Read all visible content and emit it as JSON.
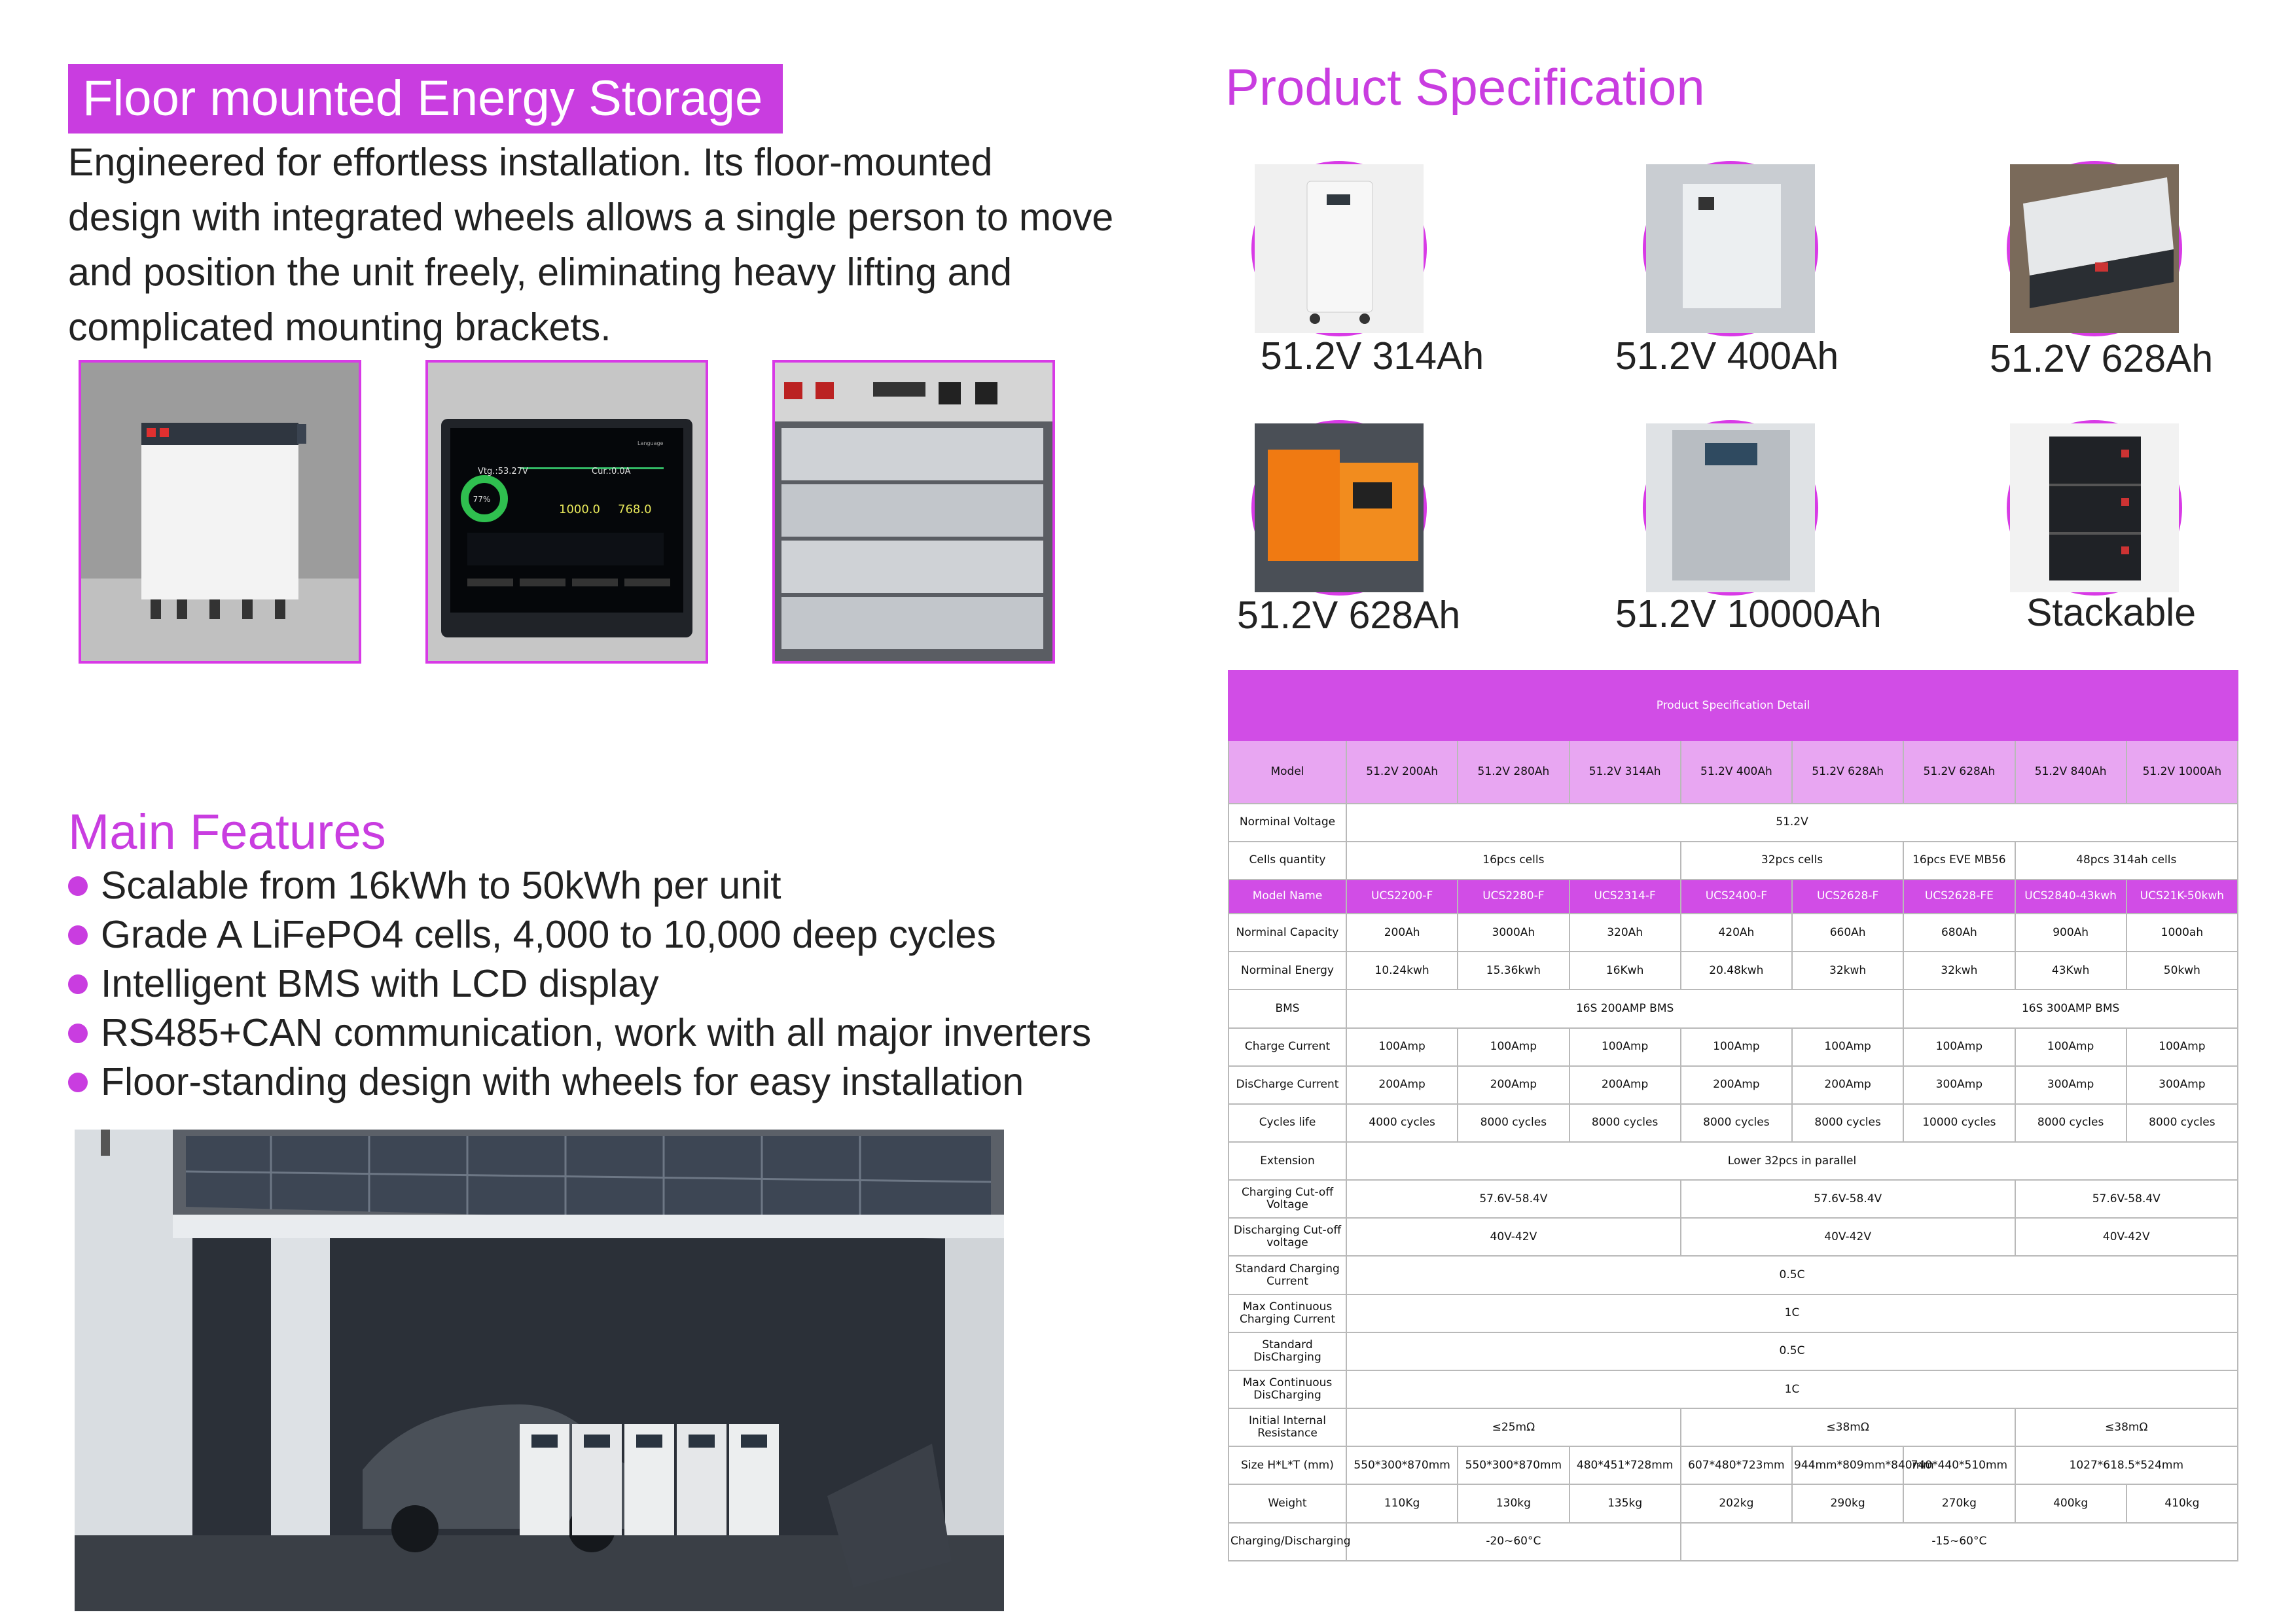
{
  "left": {
    "title": "Floor mounted Energy Storage",
    "intro": "Engineered for effortless installation. Its floor-mounted design with integrated wheels allows a single person to move and position the unit freely, eliminating heavy lifting and complicated mounting brackets.",
    "lcd_screen": {
      "volt": "Vtg.:53.27V",
      "current": "Cur.:0.0A",
      "pct": "77%",
      "val1": "1000.0",
      "val2": "768.0",
      "language": "Language"
    },
    "features_title": "Main Features",
    "features": [
      "Scalable from 16kWh to 50kWh per unit",
      "Grade A LiFePO4 cells, 4,000 to 10,000 deep cycles",
      "Intelligent BMS with LCD display",
      "RS485+CAN communication, work with all major inverters",
      "Floor-standing design with wheels for easy installation"
    ]
  },
  "right": {
    "title": "Product Specification",
    "products": [
      {
        "label": "51.2V 314Ah"
      },
      {
        "label": "51.2V  400Ah"
      },
      {
        "label": "51.2V 628Ah"
      },
      {
        "label": "51.2V 628Ah"
      },
      {
        "label": "51.2V 10000Ah"
      },
      {
        "label": "Stackable"
      }
    ],
    "table": {
      "title": "Product Specification Detail",
      "model_label": "Model",
      "models": [
        "51.2V 200Ah",
        "51.2V 280Ah",
        "51.2V 314Ah",
        "51.2V 400Ah",
        "51.2V 628Ah",
        "51.2V 628Ah",
        "51.2V 840Ah",
        "51.2V 1000Ah"
      ],
      "nominal_voltage_label": "Norminal Voltage",
      "nominal_voltage": "51.2V",
      "cells_label": "Cells quantity",
      "cells": [
        "16pcs cells",
        "32pcs cells",
        "16pcs EVE MB56",
        "48pcs 314ah cells"
      ],
      "model_name_label": "Model Name",
      "model_names": [
        "UCS2200-F",
        "UCS2280-F",
        "UCS2314-F",
        "UCS2400-F",
        "UCS2628-F",
        "UCS2628-FE",
        "UCS2840-43kwh",
        "UCS21K-50kwh"
      ],
      "capacity_label": "Norminal Capacity",
      "capacity": [
        "200Ah",
        "3000Ah",
        "320Ah",
        "420Ah",
        "660Ah",
        "680Ah",
        "900Ah",
        "1000ah"
      ],
      "energy_label": "Norminal Energy",
      "energy": [
        "10.24kwh",
        "15.36kwh",
        "16Kwh",
        "20.48kwh",
        "32kwh",
        "32kwh",
        "43Kwh",
        "50kwh"
      ],
      "bms_label": "BMS",
      "bms": [
        "16S 200AMP BMS",
        "16S 300AMP BMS"
      ],
      "charge_current_label": "Charge Current",
      "charge_current": [
        "100Amp",
        "100Amp",
        "100Amp",
        "100Amp",
        "100Amp",
        "100Amp",
        "100Amp",
        "100Amp"
      ],
      "discharge_current_label": "DisCharge Current",
      "discharge_current": [
        "200Amp",
        "200Amp",
        "200Amp",
        "200Amp",
        "200Amp",
        "300Amp",
        "300Amp",
        "300Amp"
      ],
      "cycles_label": "Cycles life",
      "cycles": [
        "4000 cycles",
        "8000 cycles",
        "8000 cycles",
        "8000 cycles",
        "8000 cycles",
        "10000 cycles",
        "8000 cycles",
        "8000 cycles"
      ],
      "extension_label": "Extension",
      "extension": "Lower 32pcs in parallel",
      "charge_cutoff_label": "Charging Cut-off Voltage",
      "charge_cutoff": [
        "57.6V-58.4V",
        "57.6V-58.4V",
        "57.6V-58.4V"
      ],
      "discharge_cutoff_label": "Discharging Cut-off voltage",
      "discharge_cutoff": [
        "40V-42V",
        "40V-42V",
        "40V-42V"
      ],
      "std_charging_label": "Standard Charging Current",
      "std_charging": "0.5C",
      "max_charging_label": "Max Continuous Charging Current",
      "max_charging": "1C",
      "std_discharging_label": "Standard DisCharging",
      "std_discharging": "0.5C",
      "max_discharging_label": "Max Continuous DisCharging",
      "max_discharging": "1C",
      "resistance_label": "Initial Internal Resistance",
      "resistance": [
        "≤25mΩ",
        "≤38mΩ",
        "≤38mΩ"
      ],
      "size_label": "Size H*L*T (mm)",
      "size": [
        "550*300*870mm",
        "550*300*870mm",
        "480*451*728mm",
        "607*480*723mm",
        "944mm*809mm*840mm",
        "740*440*510mm",
        "1027*618.5*524mm"
      ],
      "weight_label": "Weight",
      "weight": [
        "110Kg",
        "130kg",
        "135kg",
        "202kg",
        "290kg",
        "270kg",
        "400kg",
        "410kg"
      ],
      "temp_label": "Charging/Discharging",
      "temp": [
        "-20~60°C",
        "-15~60°C"
      ]
    }
  },
  "colors": {
    "accent": "#c93de0",
    "header_bg": "#d14de6",
    "model_row_bg": "#e8a6f2"
  }
}
